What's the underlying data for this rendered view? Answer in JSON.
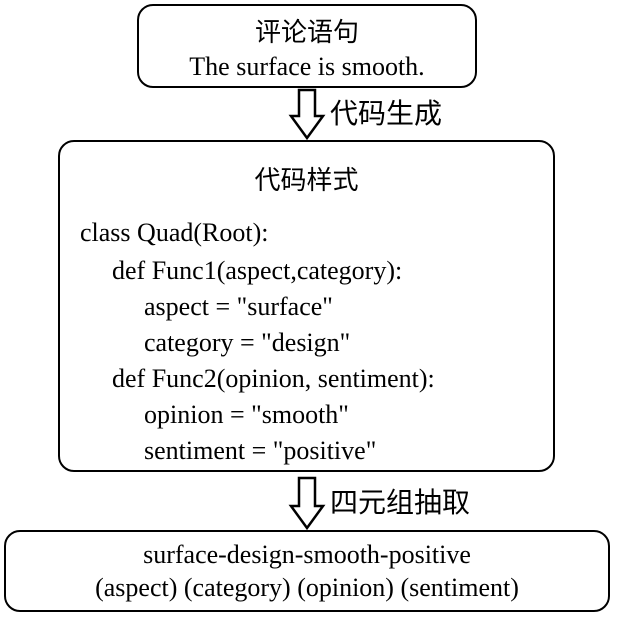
{
  "top_box": {
    "title": "评论语句",
    "sentence": "The surface is smooth."
  },
  "arrow1": {
    "label": "代码生成"
  },
  "middle_box": {
    "title": "代码样式",
    "code_lines": [
      "class Quad(Root):",
      "def Func1(aspect,category):",
      "aspect = \"surface\"",
      "category = \"design\"",
      "def Func2(opinion, sentiment):",
      "opinion = \"smooth\"",
      "sentiment = \"positive\""
    ]
  },
  "arrow2": {
    "label": "四元组抽取"
  },
  "bottom_box": {
    "quad": "surface-design-smooth-positive",
    "legend": "(aspect) (category) (opinion) (sentiment)"
  }
}
